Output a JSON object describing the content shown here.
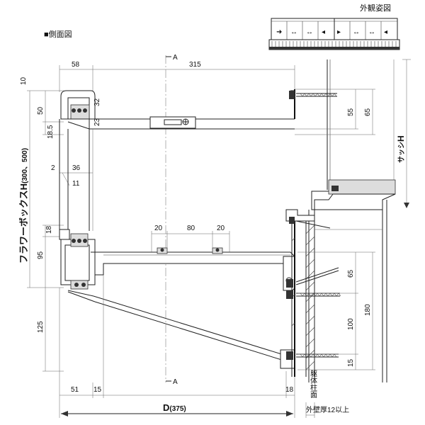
{
  "header": {
    "side_view": "■側面図",
    "exterior_view": "外観姿図"
  },
  "section_marker": "A",
  "labels": {
    "flower_box_h": "フラワーボックスH",
    "flower_box_h_range": "(300、500)",
    "sash_h_prefix": "サッシ",
    "sash_h": "H",
    "depth_d": "D",
    "depth_value": "(375)",
    "body_surface": "躯体柱面",
    "wall_thickness": "外壁厚12以上"
  },
  "dimensions": {
    "top_58": "58",
    "top_315": "315",
    "left_10": "10",
    "left_50": "50",
    "left_18_5": "18.5",
    "d_32": "32",
    "d_23": "23",
    "d_2": "2",
    "d_36": "36",
    "d_11": "11",
    "left_18": "18",
    "left_95": "95",
    "left_125": "125",
    "mid_20a": "20",
    "mid_80": "80",
    "mid_20b": "20",
    "bot_51": "51",
    "bot_15": "15",
    "bot_18": "18",
    "r_55": "55",
    "r_65_top": "65",
    "r_65": "65",
    "r_180": "180",
    "r_100": "100",
    "r_15": "15"
  }
}
